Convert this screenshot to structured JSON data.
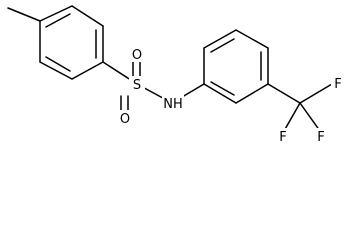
{
  "molecule": {
    "atoms": {
      "sulfur": "S",
      "oxygen_top": "O",
      "oxygen_bottom": "O",
      "nitrogen_h": "NH",
      "fluorine_right": "F",
      "fluorine_bottom_left": "F",
      "fluorine_bottom_right": "F"
    }
  },
  "colors": {
    "bond": "#000000",
    "label": "#000000",
    "background": "#ffffff"
  }
}
